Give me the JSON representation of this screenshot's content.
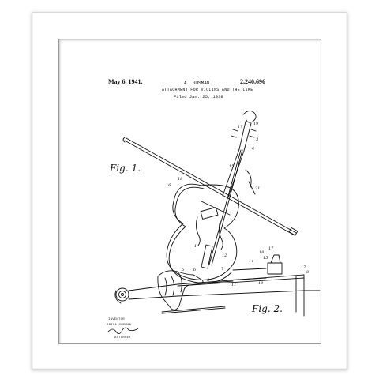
{
  "patent": {
    "date": "May 6, 1941.",
    "inventor": "A. GUSMAN",
    "number": "2,240,696",
    "title": "ATTACHMENT FOR VIOLINS AND THE LIKE",
    "filed": "Filed Jan. 25, 1938"
  },
  "figures": {
    "fig1": "Fig. 1.",
    "fig2": "Fig. 2."
  },
  "signature": {
    "inventor_label": "INVENTOR",
    "inventor_name": "ABIGA GUSMAN",
    "attorney_label": "ATTORNEY"
  }
}
